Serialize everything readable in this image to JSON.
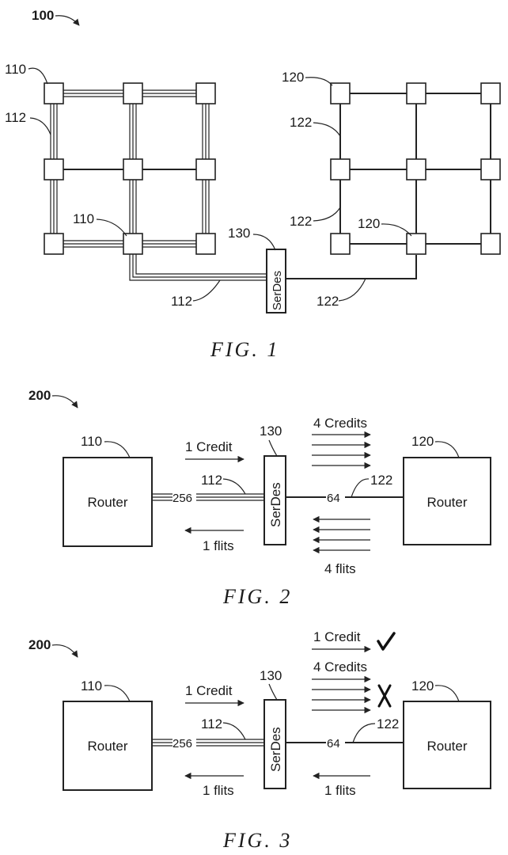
{
  "figures": [
    {
      "id": "fig1",
      "ref": "100",
      "caption": "FIG.  1",
      "labels": {
        "node_left_top": "110",
        "bus_left": "112",
        "node_left_mid": "110",
        "bus_bottom": "112",
        "node_right_top": "120",
        "link_right_upper": "122",
        "link_right_lower": "122",
        "node_right_mid": "120",
        "serdes_ref": "130",
        "link_bottom": "122"
      },
      "serdes_text": "SerDes"
    },
    {
      "id": "fig2",
      "ref": "200",
      "caption": "FIG.  2",
      "left_router": {
        "ref": "110",
        "text": "Router"
      },
      "right_router": {
        "ref": "120",
        "text": "Router"
      },
      "serdes": {
        "ref": "130",
        "text": "SerDes"
      },
      "bus_ref": "112",
      "bus_width": "256",
      "link_ref": "122",
      "link_width": "64",
      "left_top_arrow": "1 Credit",
      "left_bottom_arrow": "1 flits",
      "right_top_arrow": "4 Credits",
      "right_bottom_arrow": "4 flits"
    },
    {
      "id": "fig3",
      "ref": "200",
      "caption": "FIG.  3",
      "left_router": {
        "ref": "110",
        "text": "Router"
      },
      "right_router": {
        "ref": "120",
        "text": "Router"
      },
      "serdes": {
        "ref": "130",
        "text": "SerDes"
      },
      "bus_ref": "112",
      "bus_width": "256",
      "link_ref": "122",
      "link_width": "64",
      "left_top_arrow": "1 Credit",
      "left_bottom_arrow": "1 flits",
      "right_top_single": "1 Credit",
      "right_top_multi": "4 Credits",
      "right_bottom_arrow": "1 flits",
      "ok_mark": "check-mark",
      "reject_mark": "x-mark"
    }
  ]
}
